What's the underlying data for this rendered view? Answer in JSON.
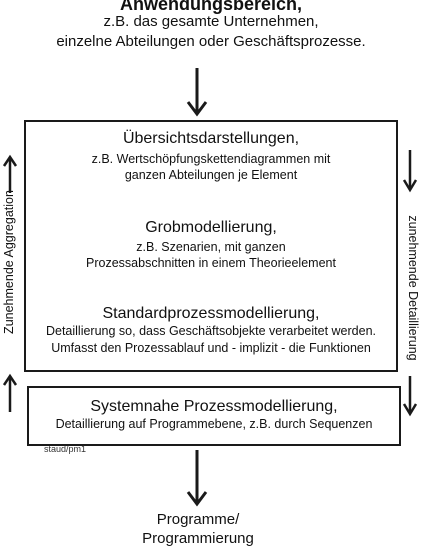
{
  "top": {
    "title": "Anwendungsbereich,",
    "line1": "z.B. das gesamte Unternehmen,",
    "line2": "einzelne Abteilungen oder Geschäftsprozesse."
  },
  "levels": {
    "overview": {
      "title": "Übersichtsdarstellungen,",
      "line1": "z.B. Wertschöpfungskettendiagrammen mit",
      "line2": "ganzen Abteilungen je Element"
    },
    "coarse": {
      "title": "Grobmodellierung,",
      "line1": "z.B. Szenarien, mit ganzen",
      "line2": "Prozessabschnitten in einem Theorieelement"
    },
    "standard": {
      "title": "Standardprozessmodellierung,",
      "line1": "Detaillierung so, dass Geschäftsobjekte verarbeitet werden.",
      "line2": "Umfasst den Prozessablauf und - implizit - die Funktionen"
    },
    "system": {
      "title": "Systemnahe Prozessmodellierung,",
      "line1": "Detaillierung auf Programmebene, z.B. durch Sequenzen"
    }
  },
  "side_labels": {
    "left": "Zunehmende Aggregation",
    "right": "zunehmende Detaillierung"
  },
  "source_label": "staud/pm1",
  "bottom": {
    "line1": "Programme/",
    "line2": "Programmierung"
  }
}
